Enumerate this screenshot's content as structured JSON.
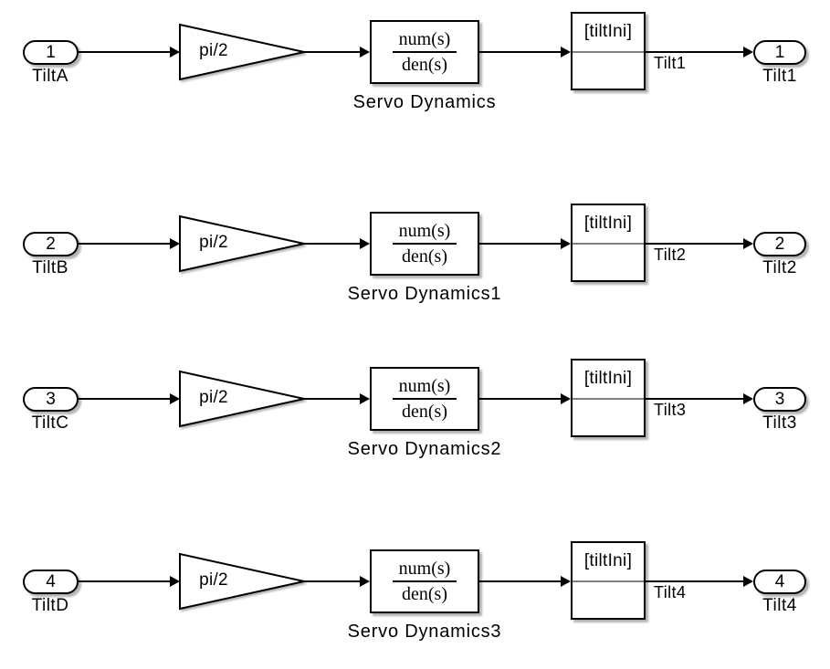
{
  "diagram": {
    "type": "simulink-block-diagram",
    "background_color": "#ffffff",
    "line_color": "#000000",
    "block_fill_color": "#ffffff",
    "ic_passthrough_line_color": "#808080",
    "rows": [
      {
        "inport": {
          "number": "1",
          "label": "TiltA"
        },
        "gain": {
          "value": "pi/2"
        },
        "transfer_fcn": {
          "numerator": "num(s)",
          "denominator": "den(s)",
          "label": "Servo Dynamics"
        },
        "ic": {
          "value": "[tiltIni]"
        },
        "signal_label": "Tilt1",
        "outport": {
          "number": "1",
          "label": "Tilt1"
        }
      },
      {
        "inport": {
          "number": "2",
          "label": "TiltB"
        },
        "gain": {
          "value": "pi/2"
        },
        "transfer_fcn": {
          "numerator": "num(s)",
          "denominator": "den(s)",
          "label": "Servo Dynamics1"
        },
        "ic": {
          "value": "[tiltIni]"
        },
        "signal_label": "Tilt2",
        "outport": {
          "number": "2",
          "label": "Tilt2"
        }
      },
      {
        "inport": {
          "number": "3",
          "label": "TiltC"
        },
        "gain": {
          "value": "pi/2"
        },
        "transfer_fcn": {
          "numerator": "num(s)",
          "denominator": "den(s)",
          "label": "Servo Dynamics2"
        },
        "ic": {
          "value": "[tiltIni]"
        },
        "signal_label": "Tilt3",
        "outport": {
          "number": "3",
          "label": "Tilt3"
        }
      },
      {
        "inport": {
          "number": "4",
          "label": "TiltD"
        },
        "gain": {
          "value": "pi/2"
        },
        "transfer_fcn": {
          "numerator": "num(s)",
          "denominator": "den(s)",
          "label": "Servo Dynamics3"
        },
        "ic": {
          "value": "[tiltIni]"
        },
        "signal_label": "Tilt4",
        "outport": {
          "number": "4",
          "label": "Tilt4"
        }
      }
    ]
  }
}
